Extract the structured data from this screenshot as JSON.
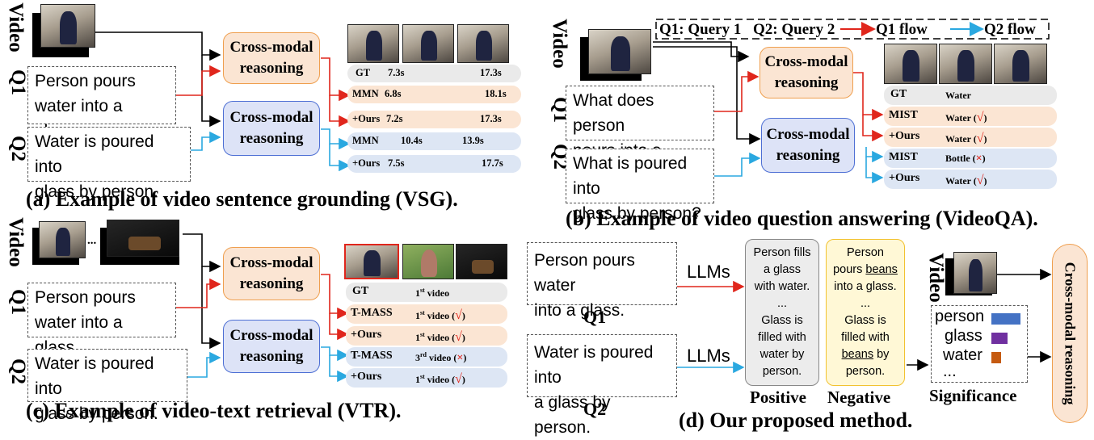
{
  "common": {
    "video": "Video",
    "q1": "Q1",
    "q2": "Q2",
    "cross_modal": "Cross-modal",
    "reasoning": "reasoning",
    "q1_text": [
      "Person pours",
      "water into a glass."
    ],
    "q2_text": [
      "Water is poured into",
      "glass by person."
    ],
    "check": "√",
    "cross": "×"
  },
  "panel_a": {
    "caption": "(a) Example of video sentence grounding (VSG).",
    "rows": [
      {
        "label": "GT",
        "start": "7.3s",
        "end": "17.3s"
      },
      {
        "label": "MMN",
        "start": "6.8s",
        "end": "18.1s"
      },
      {
        "label": "+Ours",
        "start": "7.2s",
        "end": "17.3s"
      },
      {
        "label": "MMN",
        "start": "10.4s",
        "end": "13.9s"
      },
      {
        "label": "+Ours",
        "start": "7.5s",
        "end": "17.7s"
      }
    ]
  },
  "panel_b": {
    "caption": "(b) Example of video question answering (VideoQA).",
    "legend": {
      "q1": "Q1: Query 1",
      "q2": "Q2: Query 2",
      "q1_flow": "Q1 flow",
      "q2_flow": "Q2 flow"
    },
    "q1_text": [
      "What does person",
      "pours into a glass?"
    ],
    "q2_text": [
      "What is poured into",
      "glass by person?"
    ],
    "rows": [
      {
        "label": "GT",
        "answer": "Water"
      },
      {
        "label": "MIST",
        "answer": "Water (",
        "mark": "√",
        "tail": ")"
      },
      {
        "label": "+Ours",
        "answer": "Water (",
        "mark": "√",
        "tail": ")"
      },
      {
        "label": "MIST",
        "answer": "Bottle (",
        "mark": "×",
        "tail": ")"
      },
      {
        "label": "+Ours",
        "answer": "Water (",
        "mark": "√",
        "tail": ")"
      }
    ]
  },
  "panel_c": {
    "caption": "(c) Example of video-text retrieval (VTR).",
    "ellipsis": "...",
    "rows": [
      {
        "label": "GT",
        "num": "1",
        "sup": "st",
        "word": " video"
      },
      {
        "label": "T-MASS",
        "num": "1",
        "sup": "st",
        "word": " video (",
        "mark": "√",
        "tail": ")"
      },
      {
        "label": "+Ours",
        "num": "1",
        "sup": "st",
        "word": " video (",
        "mark": "√",
        "tail": ")"
      },
      {
        "label": "T-MASS",
        "num": "3",
        "sup": "rd",
        "word": " video (",
        "mark": "×",
        "tail": ")"
      },
      {
        "label": "+Ours",
        "num": "1",
        "sup": "st",
        "word": " video (",
        "mark": "√",
        "tail": ")"
      }
    ]
  },
  "panel_d": {
    "caption": "(d) Our proposed method.",
    "q1_text": [
      "Person pours water",
      "into a glass."
    ],
    "q2_text": [
      "Water is poured into",
      "a glass by person."
    ],
    "llms": "LLMs",
    "positive": {
      "title": "Positive",
      "lines": [
        "Person fills",
        "a glass",
        "with water.",
        "...",
        "Glass is",
        "filled with",
        "water by",
        "person."
      ]
    },
    "negative": {
      "title": "Negative",
      "lines_pre": [
        "Person",
        "pours "
      ],
      "beans": "beans",
      "lines_mid": [
        "into a glass.",
        "...",
        "Glass is",
        "filled with"
      ],
      "tail": " by",
      "last": "person."
    },
    "significance": {
      "title": "Significance",
      "items": [
        {
          "word": "person",
          "color": "#4472c4",
          "value": 0.9
        },
        {
          "word": "glass",
          "color": "#7030a0",
          "value": 0.5
        },
        {
          "word": "water",
          "color": "#c55a11",
          "value": 0.3
        }
      ],
      "more": "..."
    },
    "cross_modal_reasoning": "Cross-modal reasoning"
  },
  "colors": {
    "q1_flow": "#e0261c",
    "q2_flow": "#2aa8e0",
    "orange_box": "#fbe5d3",
    "blue_box": "#dde3f7"
  }
}
